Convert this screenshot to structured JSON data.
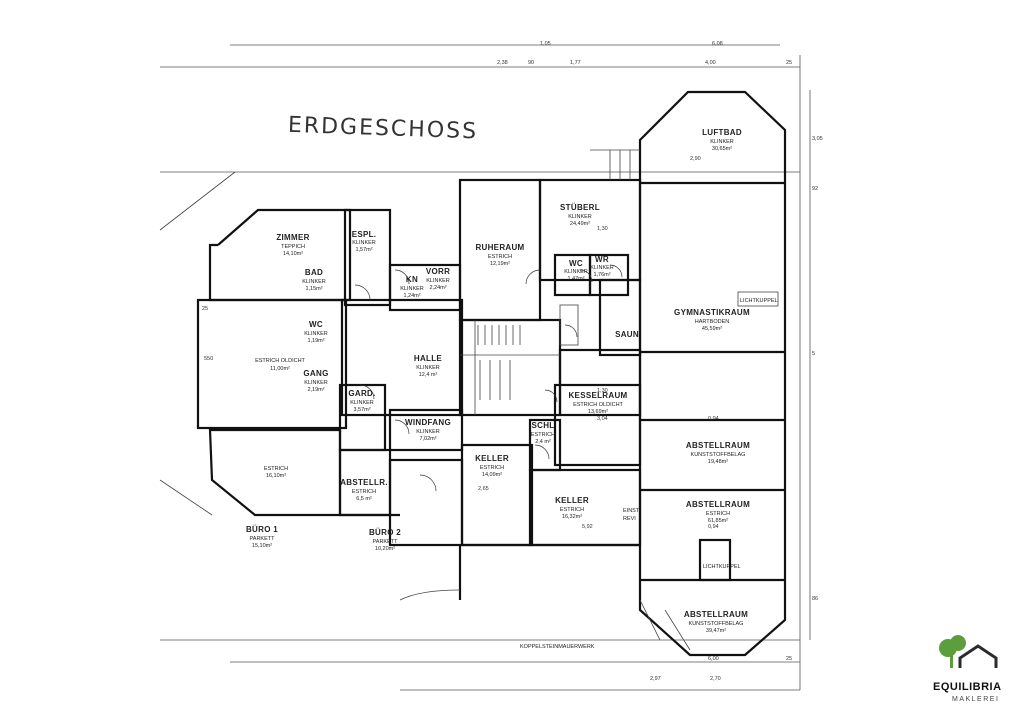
{
  "title": "ERDGESCHOSS",
  "rooms": [
    {
      "name": "ZIMMER",
      "floor": "TEPPICH",
      "area": "14,10m²"
    },
    {
      "name": "ESPL.",
      "floor": "KLINKER",
      "area": "1,57m²"
    },
    {
      "name": "BAD",
      "floor": "KLINKER",
      "area": "1,15m²"
    },
    {
      "name": "KN",
      "floor": "KLINKER",
      "area": "1,24m²"
    },
    {
      "name": "VORR",
      "floor": "KLINKER",
      "area": "2,24m²"
    },
    {
      "name": "RUHERAUM",
      "floor": "ESTRICH",
      "area": "12,19m²"
    },
    {
      "name": "STÜBERL",
      "floor": "KLINKER",
      "area": "24,49m²"
    },
    {
      "name": "WC",
      "floor": "KLINKER",
      "area": "1,47m²"
    },
    {
      "name": "WR",
      "floor": "KLINKER",
      "area": "1,76m²"
    },
    {
      "name": "LUFTBAD",
      "floor": "KLINKER",
      "area": "30,65m²"
    },
    {
      "name": "WC",
      "floor": "KLINKER",
      "area": "1,19m²"
    },
    {
      "name": "",
      "floor": "ESTRICH OLDICHT",
      "area": "11,00m²"
    },
    {
      "name": "GANG",
      "floor": "KLINKER",
      "area": "2,19m²"
    },
    {
      "name": "HALLE",
      "floor": "KLINKER",
      "area": "12,4 m²"
    },
    {
      "name": "GYMNASTIKRAUM",
      "floor": "HARTBODEN",
      "area": "45,59m²"
    },
    {
      "name": "SAUN",
      "floor": "",
      "area": ""
    },
    {
      "name": "GARD.",
      "floor": "KLINKER",
      "area": "3,57m²"
    },
    {
      "name": "WINDFANG",
      "floor": "KLINKER",
      "area": "7,02m²"
    },
    {
      "name": "KESSELRAUM",
      "floor": "ESTRICH OLDICHT",
      "area": "13,69m²"
    },
    {
      "name": "SCHL",
      "floor": "ESTRICH",
      "area": "2,4 m²"
    },
    {
      "name": "KELLER",
      "floor": "ESTRICH",
      "area": "14,09m²"
    },
    {
      "name": "ABSTELLRAUM",
      "floor": "KUNSTSTOFFBELAG",
      "area": "19,48m²"
    },
    {
      "name": "",
      "floor": "ESTRICH",
      "area": "16,10m²"
    },
    {
      "name": "ABSTELLR.",
      "floor": "ESTRICH",
      "area": "6,5 m²"
    },
    {
      "name": "KELLER",
      "floor": "ESTRICH",
      "area": "16,32m²"
    },
    {
      "name": "ABSTELLRAUM",
      "floor": "ESTRICH",
      "area": "61,85m²"
    },
    {
      "name": "BÜRO 1",
      "floor": "PARKETT",
      "area": "15,10m²"
    },
    {
      "name": "BÜRO 2",
      "floor": "PARKETT",
      "area": "10,20m²"
    },
    {
      "name": "ABSTELLRAUM",
      "floor": "KUNSTSTOFFBELAG",
      "area": "39,47m²"
    }
  ],
  "labels": {
    "lichtkuppel": "LICHTKUPPEL",
    "lichtkuppel2": "LICHTKUPPEL",
    "einst": "EINST",
    "revi": "REVI",
    "koppelstein": "KOPPELSTEINMAUERWERK"
  },
  "dimensions": {
    "top": [
      "2,38",
      "90",
      "1,77",
      "4,00",
      "1,05",
      "6,08",
      "25"
    ],
    "right": [
      "3,05",
      "92",
      "5",
      "86"
    ],
    "bottom": [
      "2,97",
      "2,70",
      "6,00",
      "25"
    ],
    "left": [
      "25",
      "550"
    ],
    "misc": [
      "2,90",
      "0,94",
      "0,94",
      "1,30",
      "1,30",
      "3,04",
      "2,65",
      "5,92"
    ]
  },
  "logo": {
    "name": "EQUILIBRIA",
    "sub": "MAKLEREI",
    "green": "#5c9d3e",
    "dark": "#2b2b2b"
  }
}
